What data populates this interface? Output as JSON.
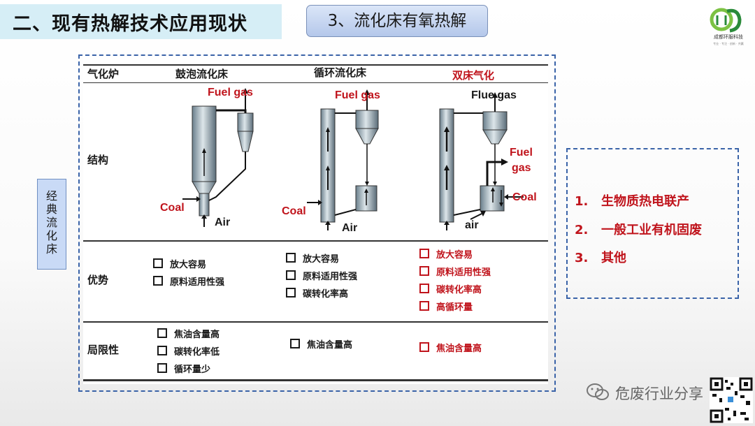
{
  "header": {
    "title": "二、现有热解技术应用现状",
    "subtitle": "3、流化床有氧热解"
  },
  "logo": {
    "name": "成都环服科技",
    "tagline": "专业 · 专注 · 创新 · 共赢",
    "icon": "company-logo"
  },
  "side_label": {
    "chars": [
      "经",
      "典",
      "流",
      "化",
      "床"
    ]
  },
  "table": {
    "row_headers": {
      "gasifier": "气化炉",
      "structure": "结构",
      "advantages": "优势",
      "limitations": "局限性"
    },
    "columns": [
      {
        "name": "鼓泡流化床",
        "color": "#1a1a1a",
        "advantages": [
          "放大容易",
          "原料适用性强"
        ],
        "limitations": [
          "焦油含量高",
          "碳转化率低",
          "循环量少"
        ],
        "labels": {
          "top": "Fuel gas",
          "coal": "Coal",
          "air": "Air"
        }
      },
      {
        "name": "循环流化床",
        "color": "#1a1a1a",
        "advantages": [
          "放大容易",
          "原料适用性强",
          "碳转化率高"
        ],
        "limitations": [
          "焦油含量高"
        ],
        "labels": {
          "top": "Fuel gas",
          "coal": "Coal",
          "air": "Air"
        }
      },
      {
        "name": "双床气化",
        "color": "#c0141c",
        "advantages": [
          "放大容易",
          "原料适用性强",
          "碳转化率高",
          "高循环量"
        ],
        "limitations": [
          "焦油含量高"
        ],
        "labels": {
          "top": "Flue gas",
          "fuel1": "Fuel",
          "fuel2": "gas",
          "coal": "Coal",
          "air": "air"
        }
      }
    ]
  },
  "applications": {
    "items": [
      {
        "num": "1.",
        "text": "生物质热电联产"
      },
      {
        "num": "2.",
        "text": "一般工业有机固废"
      },
      {
        "num": "3.",
        "text": "其他"
      }
    ]
  },
  "watermark": {
    "text": "危废行业分享",
    "icon": "wechat-icon"
  },
  "colors": {
    "accent_red": "#c0141c",
    "frame_blue": "#3a63a8",
    "title_bg": "#d6eef6"
  }
}
